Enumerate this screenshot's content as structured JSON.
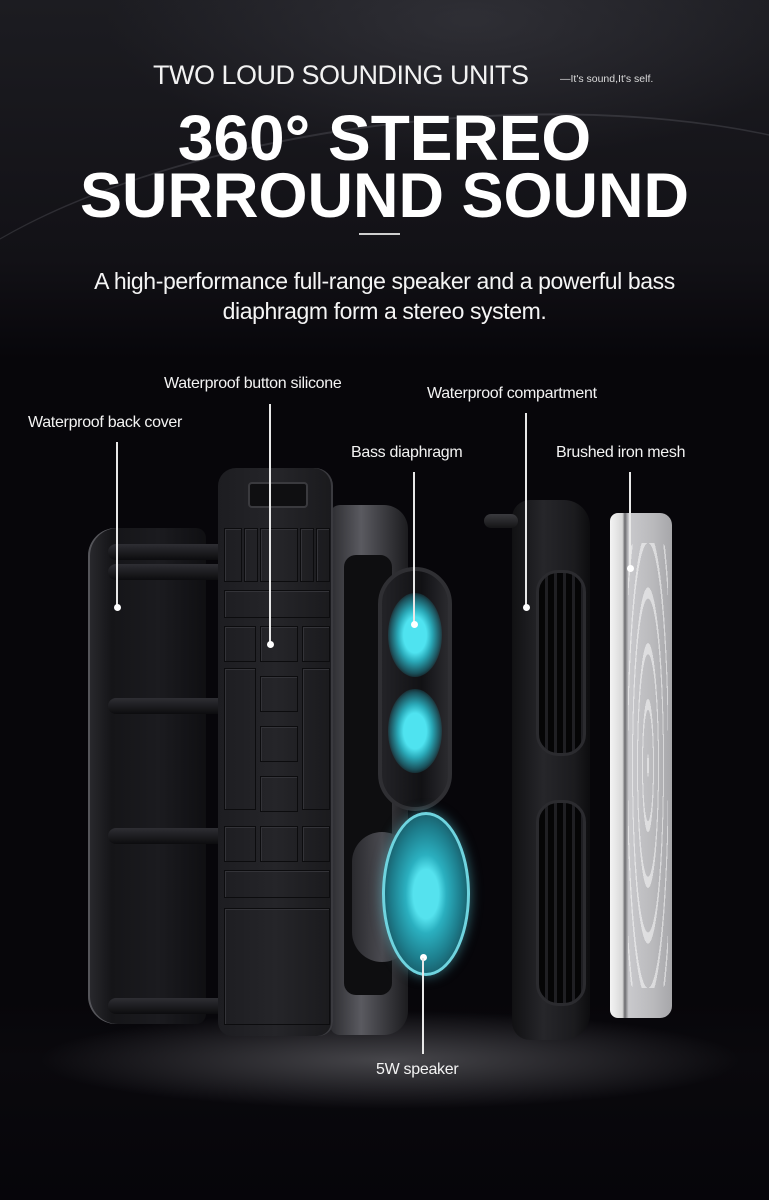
{
  "header": {
    "eyebrow": "TWO LOUD SOUNDING UNITS",
    "tagline": "—It's sound,It's self.",
    "title_line1": "360° STEREO",
    "title_line2": "SURROUND SOUND",
    "description": "A high-performance full-range speaker and a powerful bass diaphragm form a stereo system."
  },
  "callouts": [
    {
      "id": "back-cover",
      "label": "Waterproof back cover"
    },
    {
      "id": "button-silicone",
      "label": "Waterproof button silicone"
    },
    {
      "id": "bass-diaphragm",
      "label": "Bass diaphragm"
    },
    {
      "id": "compartment",
      "label": "Waterproof compartment"
    },
    {
      "id": "iron-mesh",
      "label": "Brushed iron mesh"
    },
    {
      "id": "speaker",
      "label": "5W speaker"
    }
  ],
  "colors": {
    "background": "#08070b",
    "accent_cyan": "#3fd0de",
    "text": "#ffffff"
  }
}
